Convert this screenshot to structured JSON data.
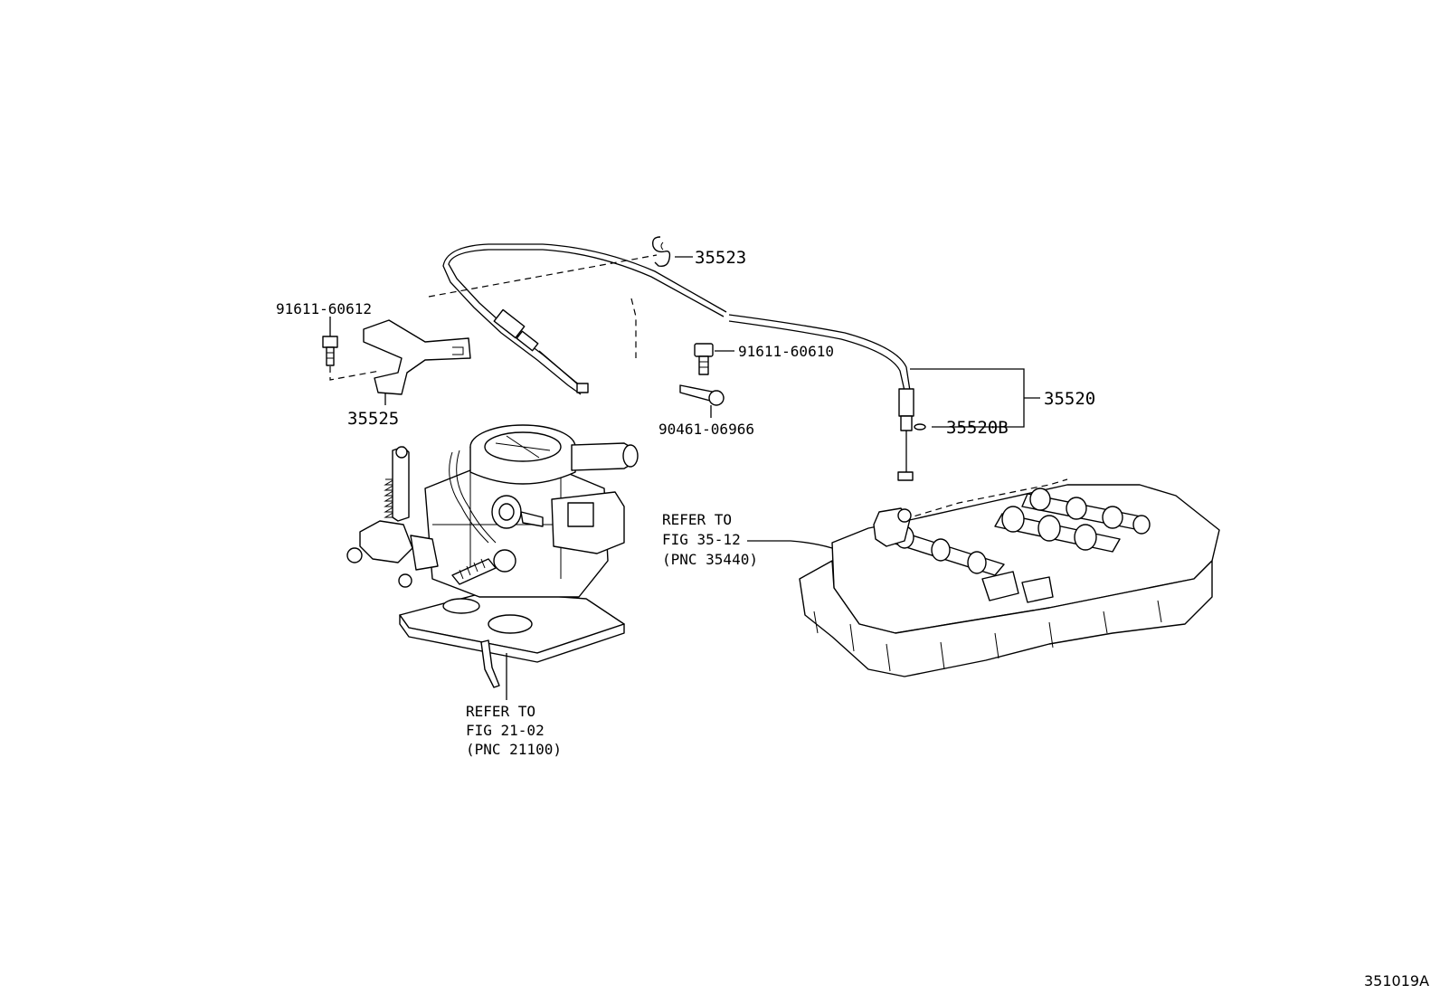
{
  "labels": {
    "p35523": "35523",
    "p91611_60612": "91611-60612",
    "p35525": "35525",
    "p91611_60610": "91611-60610",
    "p90461_06966": "90461-06966",
    "p35520": "35520",
    "p35520B": "35520B"
  },
  "refs": {
    "valve_body": {
      "line1": "REFER TO",
      "line2": "FIG 35-12",
      "line3": "(PNC 35440)"
    },
    "carburetor": {
      "line1": "REFER TO",
      "line2": "FIG 21-02",
      "line3": "(PNC 21100)"
    }
  },
  "figure_id": "351019A"
}
